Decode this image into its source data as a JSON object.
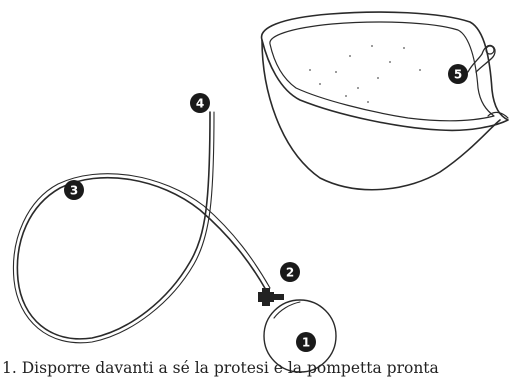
{
  "labels": {
    "pump_bulb": "1",
    "valve": "2",
    "tube_loop": "3",
    "tube_end": "4",
    "prosthesis_port": "5"
  },
  "caption": {
    "number": "1.",
    "text": "Disporre davanti a sé la protesi e la pompetta pronta"
  },
  "colors": {
    "ink": "#2a2a2a",
    "badge": "#1a1a1a",
    "badge_text": "#ffffff"
  }
}
